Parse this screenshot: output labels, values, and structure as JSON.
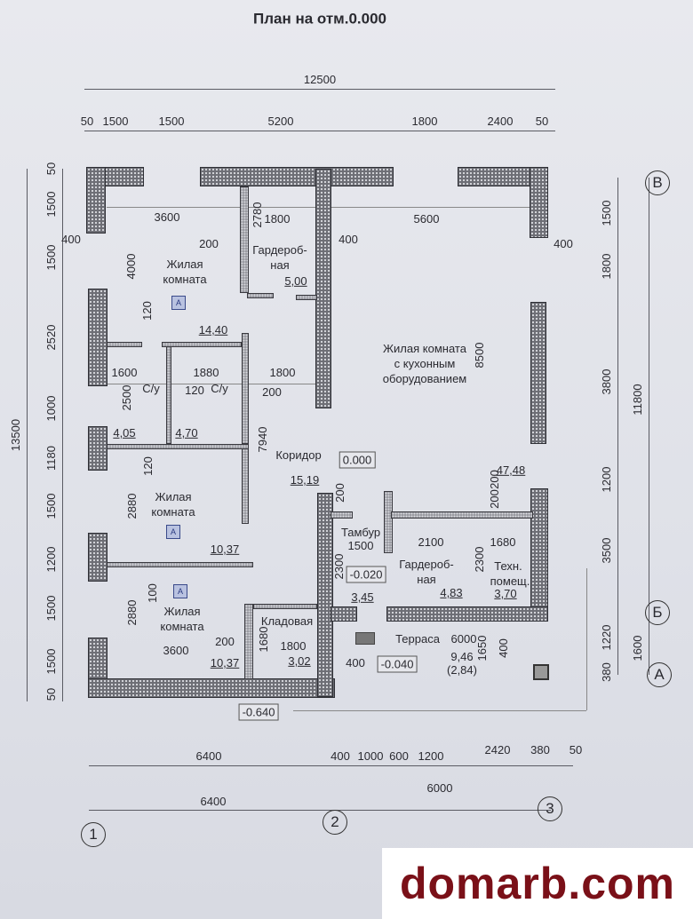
{
  "title": "План на отм.0.000",
  "dims_top": {
    "total": "12500",
    "d1": "50",
    "d2": "1500",
    "d3": "1500",
    "d4": "5200",
    "d5": "1800",
    "d6": "2400",
    "d7": "50"
  },
  "dims_left": {
    "total": "13500",
    "a": "50",
    "b": "1500",
    "c": "1500",
    "d": "2520",
    "e": "1000",
    "f": "1180",
    "g": "1500",
    "h": "1200",
    "i": "1500",
    "j": "1500",
    "k": "50"
  },
  "dims_right": {
    "total": "11800",
    "a": "1500",
    "b": "1800",
    "c": "3800",
    "d": "1200",
    "e": "3500",
    "f": "1220",
    "g": "1600",
    "h": "380"
  },
  "dims_bottom": {
    "a": "6400",
    "b": "400",
    "c": "1000",
    "d": "600",
    "e": "1200",
    "f": "2420",
    "g": "380",
    "h": "50",
    "i": "6400",
    "j": "6000"
  },
  "axes": {
    "v": "В",
    "b": "Б",
    "a": "А",
    "one": "1",
    "two": "2",
    "three": "3"
  },
  "rooms": {
    "living1": {
      "name1": "Жилая",
      "name2": "комната",
      "area": "14,40",
      "w": "3600",
      "h": "4000",
      "wall": "200",
      "wall2": "120",
      "wall3": "400"
    },
    "wardrobe1": {
      "name1": "Гардероб-",
      "name2": "ная",
      "area": "5,00",
      "w": "1800",
      "h": "2780"
    },
    "kitchen": {
      "name1": "Жилая комната",
      "name2": "с кухонным",
      "name3": "оборудованием",
      "area": "47,48",
      "w": "5600",
      "h": "8500",
      "wall": "400",
      "wall2": "400",
      "wall3": "200"
    },
    "wc1": {
      "name": "С/у",
      "area": "4,05",
      "w": "1600",
      "h": "2500"
    },
    "wc2": {
      "name": "С/у",
      "area": "4,70",
      "w": "1880",
      "wall": "120"
    },
    "corr_dims": {
      "w": "1800",
      "wall": "200"
    },
    "corridor": {
      "name": "Коридор",
      "area": "15,19",
      "h": "7940",
      "level": "0.000"
    },
    "living2": {
      "name1": "Жилая",
      "name2": "комната",
      "area": "10,37",
      "h": "2880",
      "wall": "120"
    },
    "living3": {
      "name1": "Жилая",
      "name2": "комната",
      "area": "10,37",
      "h": "2880",
      "w": "3600",
      "wall": "100",
      "wall2": "200"
    },
    "storage": {
      "name": "Кладовая",
      "area": "3,02",
      "w": "1800",
      "h": "1680"
    },
    "vestibule": {
      "name": "Тамбур",
      "w": "1500",
      "h": "2300",
      "area": "3,45",
      "level": "-0.020",
      "wall": "200"
    },
    "wardrobe2": {
      "name1": "Гардероб-",
      "name2": "ная",
      "area": "4,83",
      "w": "2100",
      "h": "2300"
    },
    "tech": {
      "name1": "Техн.",
      "name2": "помещ.",
      "area": "3,70",
      "w": "1680",
      "wall": "200"
    },
    "terrace": {
      "name": "Терраса",
      "w": "6000",
      "area": "9,46",
      "area2": "(2,84)",
      "h": "1650",
      "wall": "400",
      "wall2": "400",
      "level": "-0.040"
    }
  },
  "ground_level": "-0.640",
  "watermark": "domarb.com"
}
